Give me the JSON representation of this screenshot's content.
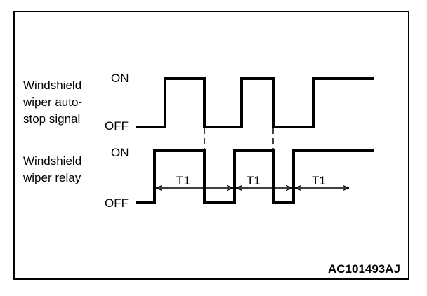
{
  "signal_autostop": {
    "label_lines": [
      "Windshield",
      "wiper auto-",
      "stop signal"
    ],
    "on_label": "ON",
    "off_label": "OFF"
  },
  "signal_relay": {
    "label_lines": [
      "Windshield",
      "wiper relay"
    ],
    "on_label": "ON",
    "off_label": "OFF"
  },
  "interval_labels": [
    "T1",
    "T1",
    "T1"
  ],
  "diagram_code": "AC101493AJ"
}
